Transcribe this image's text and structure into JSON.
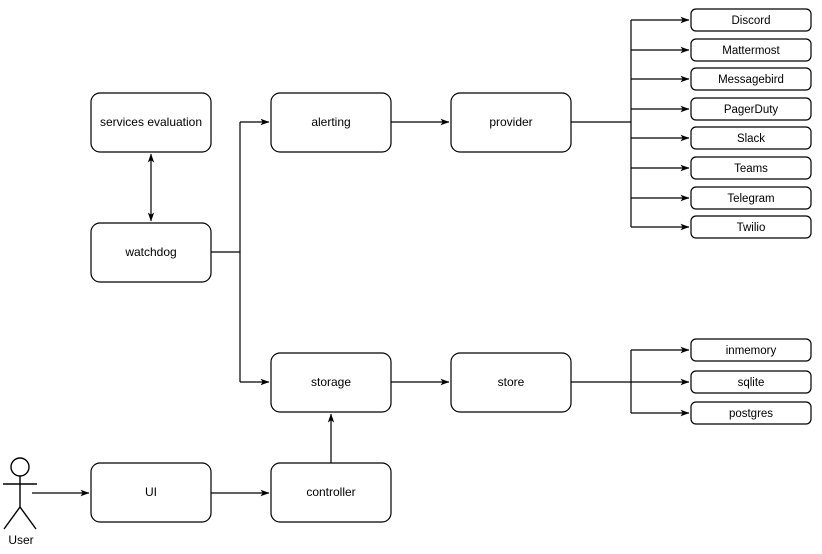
{
  "diagram": {
    "title": "",
    "colors": {
      "background": "#ffffff",
      "stroke": "#000000",
      "node_fill": "#ffffff",
      "text": "#000000"
    },
    "actor": {
      "label": "User",
      "icon": "stick-figure-actor"
    },
    "nodes": {
      "services_evaluation": "services evaluation",
      "watchdog": "watchdog",
      "alerting": "alerting",
      "provider": "provider",
      "storage": "storage",
      "store": "store",
      "ui": "UI",
      "controller": "controller"
    },
    "providers": [
      "Discord",
      "Mattermost",
      "Messagebird",
      "PagerDuty",
      "Slack",
      "Teams",
      "Telegram",
      "Twilio"
    ],
    "stores": [
      "inmemory",
      "sqlite",
      "postgres"
    ],
    "edges": [
      {
        "from": "User",
        "to": "UI",
        "type": "arrow"
      },
      {
        "from": "UI",
        "to": "controller",
        "type": "arrow"
      },
      {
        "from": "controller",
        "to": "storage",
        "type": "arrow"
      },
      {
        "from": "watchdog",
        "to": "services evaluation",
        "type": "bidirectional"
      },
      {
        "from": "watchdog",
        "to": "alerting",
        "type": "arrow"
      },
      {
        "from": "watchdog",
        "to": "storage",
        "type": "arrow"
      },
      {
        "from": "alerting",
        "to": "provider",
        "type": "arrow"
      },
      {
        "from": "storage",
        "to": "store",
        "type": "arrow"
      },
      {
        "from": "provider",
        "to": "Discord",
        "type": "arrow"
      },
      {
        "from": "provider",
        "to": "Mattermost",
        "type": "arrow"
      },
      {
        "from": "provider",
        "to": "Messagebird",
        "type": "arrow"
      },
      {
        "from": "provider",
        "to": "PagerDuty",
        "type": "arrow"
      },
      {
        "from": "provider",
        "to": "Slack",
        "type": "arrow"
      },
      {
        "from": "provider",
        "to": "Teams",
        "type": "arrow"
      },
      {
        "from": "provider",
        "to": "Telegram",
        "type": "arrow"
      },
      {
        "from": "provider",
        "to": "Twilio",
        "type": "arrow"
      },
      {
        "from": "store",
        "to": "inmemory",
        "type": "arrow"
      },
      {
        "from": "store",
        "to": "sqlite",
        "type": "arrow"
      },
      {
        "from": "store",
        "to": "postgres",
        "type": "arrow"
      }
    ]
  }
}
